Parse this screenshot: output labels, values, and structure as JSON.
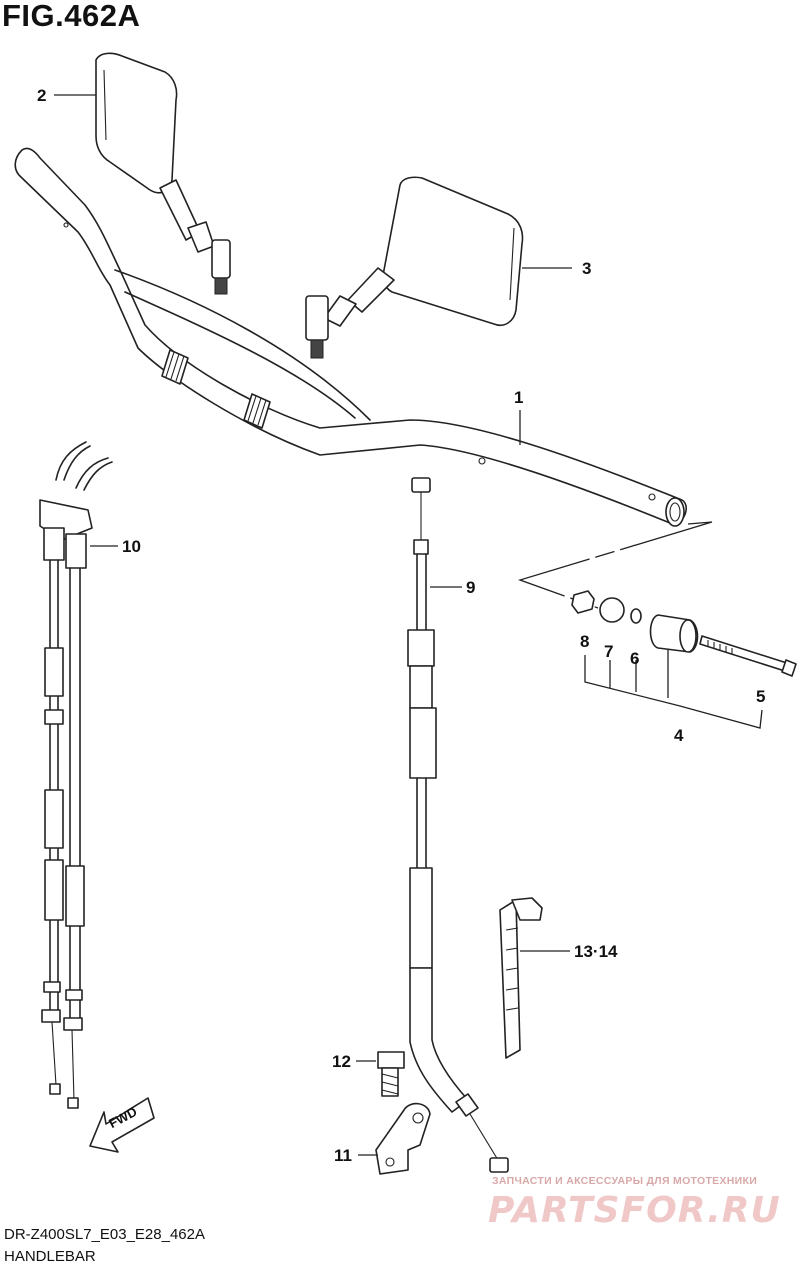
{
  "figure": {
    "title": "FIG.462A",
    "code": "DR-Z400SL7_E03_E28_462A",
    "name": "HANDLEBAR"
  },
  "callouts": {
    "c1": "1",
    "c2": "2",
    "c3": "3",
    "c4": "4",
    "c5": "5",
    "c6": "6",
    "c7": "7",
    "c8": "8",
    "c9": "9",
    "c10": "10",
    "c11": "11",
    "c12": "12",
    "c13": "13·14"
  },
  "fwd_label": "FWD",
  "watermark": {
    "tagline": "ЗАПЧАСТИ И АКСЕССУАРЫ ДЛЯ МОТОТЕХНИКИ",
    "logo": "PARTSFOR.RU"
  }
}
